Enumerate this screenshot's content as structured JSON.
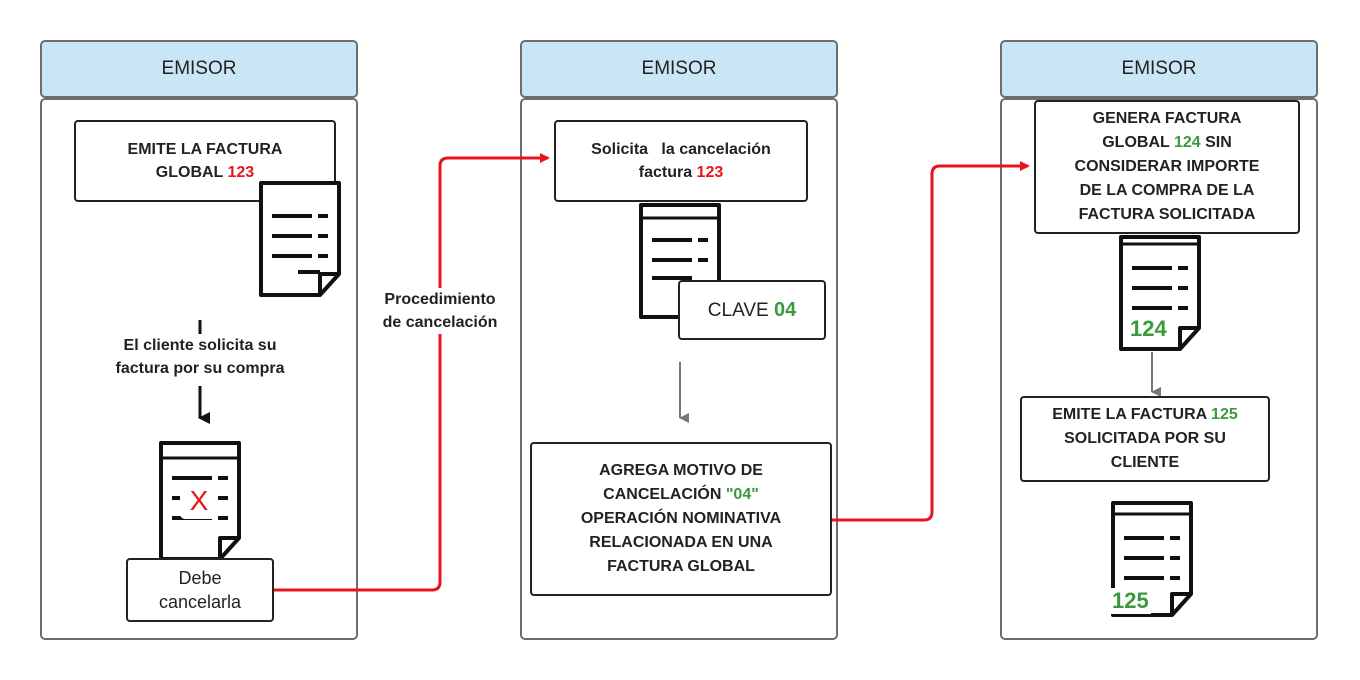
{
  "lanes": [
    {
      "title": "EMISOR"
    },
    {
      "title": "EMISOR"
    },
    {
      "title": "EMISOR"
    }
  ],
  "lane1": {
    "emit_text": "EMITE LA FACTURA",
    "emit_text2": "GLOBAL",
    "emit_number": "123",
    "client_line1": "El cliente solicita su",
    "client_line2": "factura por su compra",
    "cancel_mark": "X",
    "debe_line1": "Debe",
    "debe_line2": "cancelarla"
  },
  "connector1": {
    "label_line1": "Procedimiento",
    "label_line2": "de cancelación"
  },
  "lane2": {
    "solicita_line1": "Solicita   la cancelación",
    "solicita_line2": "factura",
    "solicita_number": "123",
    "clave_label": "CLAVE",
    "clave_number": "04",
    "motivo_line1": "AGREGA MOTIVO DE",
    "motivo_line2a": "CANCELACIÓN",
    "motivo_code": "\"04\"",
    "motivo_line3": "OPERACIÓN NOMINATIVA",
    "motivo_line4": "RELACIONADA EN UNA",
    "motivo_line5": "FACTURA GLOBAL"
  },
  "lane3": {
    "genera_line1": "GENERA FACTURA",
    "genera_line2a": "GLOBAL",
    "genera_number": "124",
    "genera_line2b": "SIN",
    "genera_line3": "CONSIDERAR IMPORTE",
    "genera_line4": "DE LA COMPRA DE LA",
    "genera_line5": "FACTURA SOLICITADA",
    "doc_label_124": "124",
    "emite_line1a": "EMITE LA FACTURA",
    "emite_number": "125",
    "emite_line2": "SOLICITADA POR SU",
    "emite_line3": "CLIENTE",
    "doc_label_125": "125"
  },
  "colors": {
    "header_fill": "#c8e6f5",
    "connector_red": "#e8141b",
    "number_red": "#e8141b",
    "number_green": "#3a9a3e"
  }
}
